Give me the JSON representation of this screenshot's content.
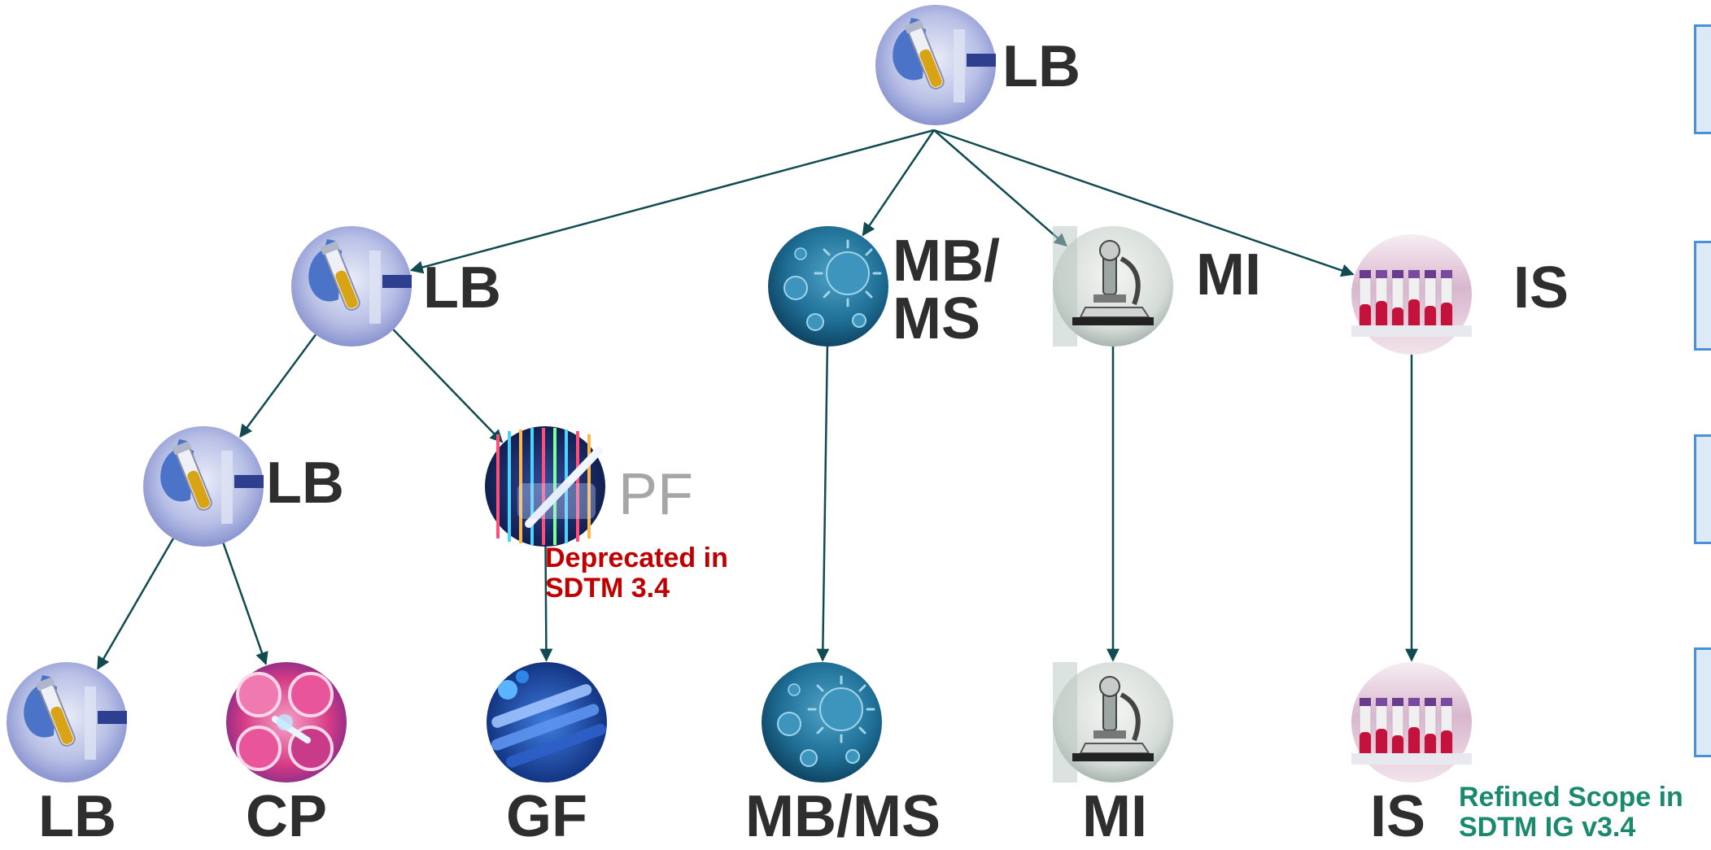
{
  "nodes": {
    "root": {
      "label": "LB",
      "icon": "lab-tube-icon"
    },
    "l1_lb": {
      "label": "LB",
      "icon": "lab-tube-icon"
    },
    "l1_mbms": {
      "label": "MB/\nMS",
      "icon": "virus-icon"
    },
    "l1_mi": {
      "label": "MI",
      "icon": "microscope-icon"
    },
    "l1_is": {
      "label": "IS",
      "icon": "blood-samples-icon"
    },
    "l2_lb": {
      "label": "LB",
      "icon": "lab-tube-icon"
    },
    "l2_pf": {
      "label": "PF",
      "icon": "dna-sequencing-icon"
    },
    "l3_lb": {
      "label": "LB",
      "icon": "lab-tube-icon"
    },
    "l3_cp": {
      "label": "CP",
      "icon": "cell-culture-icon"
    },
    "l3_gf": {
      "label": "GF",
      "icon": "test-tubes-icon"
    },
    "l3_mbms": {
      "label": "MB/MS",
      "icon": "virus-icon"
    },
    "l3_mi": {
      "label": "MI",
      "icon": "microscope-icon"
    },
    "l3_is": {
      "label": "IS",
      "icon": "blood-samples-icon"
    }
  },
  "edges": [
    [
      "root",
      "l1_lb"
    ],
    [
      "root",
      "l1_mbms"
    ],
    [
      "root",
      "l1_mi"
    ],
    [
      "root",
      "l1_is"
    ],
    [
      "l1_lb",
      "l2_lb"
    ],
    [
      "l1_lb",
      "l2_pf"
    ],
    [
      "l2_lb",
      "l3_lb"
    ],
    [
      "l2_lb",
      "l3_cp"
    ],
    [
      "l2_pf",
      "l3_gf"
    ],
    [
      "l1_mbms",
      "l3_mbms"
    ],
    [
      "l1_mi",
      "l3_mi"
    ],
    [
      "l1_is",
      "l3_is"
    ]
  ],
  "notes": {
    "pf_deprecated": "Deprecated in SDTM 3.4",
    "is_refined": "Refined Scope in SDTM IG v3.4"
  },
  "colors": {
    "arrow": "#114b52",
    "label": "#2e2e2e",
    "deprecated_label": "#a6a6a6",
    "deprecated_note": "#c00000",
    "refined_note": "#1a8a6e"
  }
}
